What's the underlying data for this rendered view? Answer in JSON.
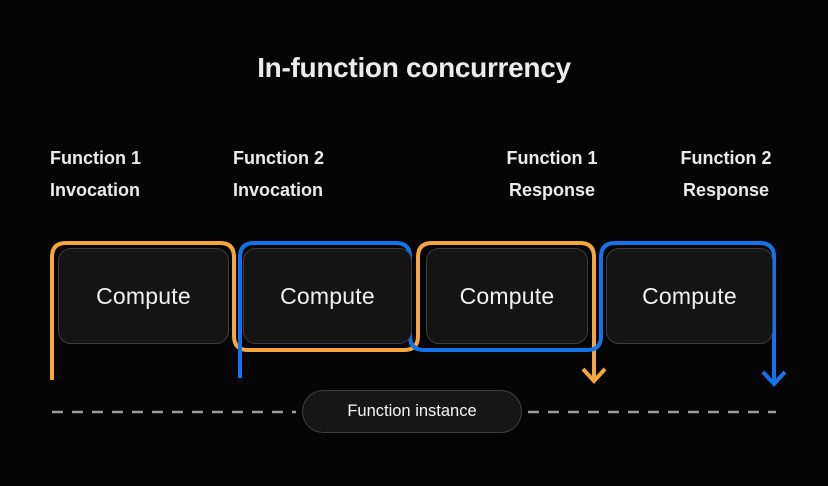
{
  "title": "In-function concurrency",
  "columns": [
    {
      "line1": "Function 1",
      "line2": "Invocation"
    },
    {
      "line1": "Function 2",
      "line2": "Invocation"
    },
    {
      "line1": "Function 1",
      "line2": "Response"
    },
    {
      "line1": "Function 2",
      "line2": "Response"
    }
  ],
  "boxes": [
    {
      "label": "Compute"
    },
    {
      "label": "Compute"
    },
    {
      "label": "Compute"
    },
    {
      "label": "Compute"
    }
  ],
  "instance_badge": {
    "label": "Function instance"
  },
  "colors": {
    "function1_accent": "#F5A63C",
    "function2_accent": "#1473EB",
    "dashed_line": "#9A9A9A"
  }
}
